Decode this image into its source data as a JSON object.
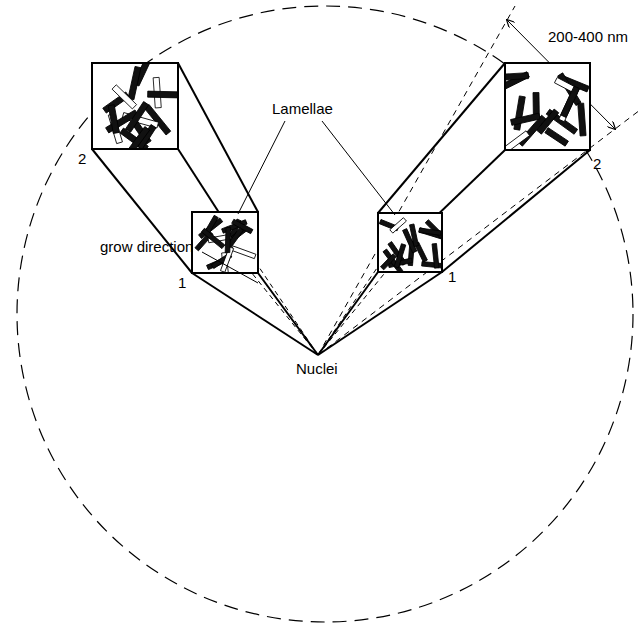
{
  "diagram": {
    "labels": [
      "200-400 nm",
      "Lamellae",
      "2",
      "2",
      "1",
      "1",
      "grow direction",
      "Nuclei"
    ]
  }
}
